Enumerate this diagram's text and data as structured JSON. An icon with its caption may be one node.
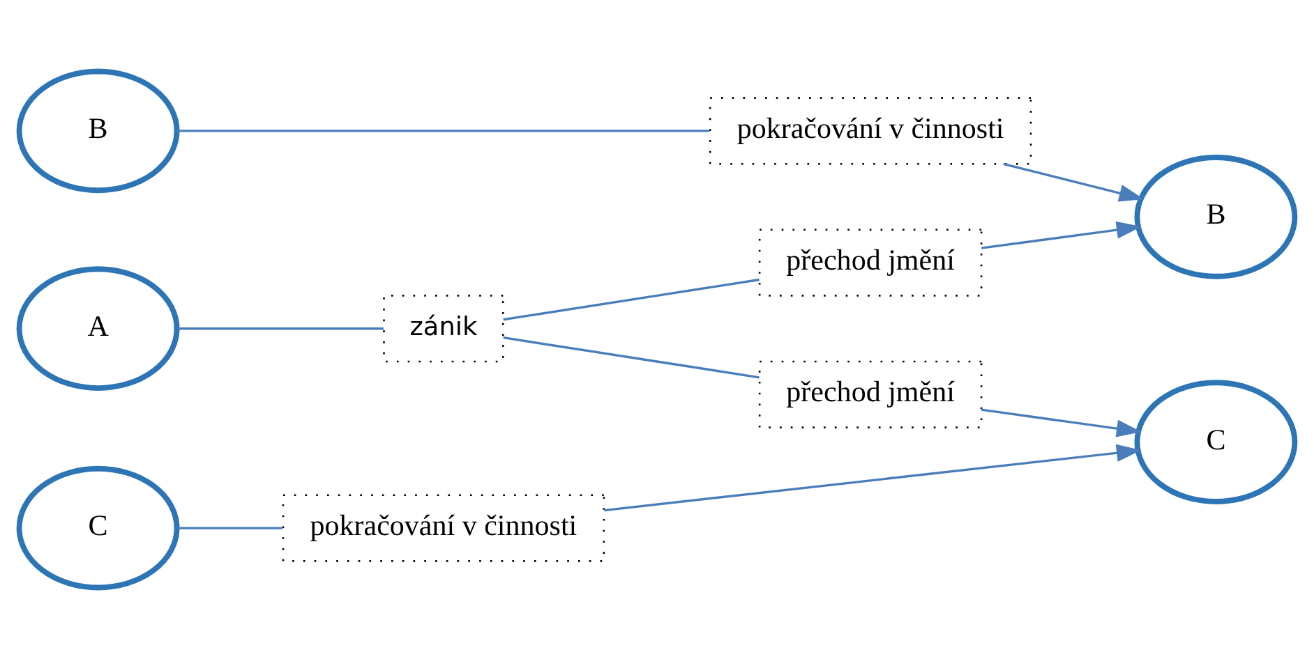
{
  "diagram": {
    "nodes": [
      {
        "text": [
          "B"
        ]
      },
      {
        "text": [
          "pokračování v činnosti"
        ]
      },
      {
        "text": [
          "B"
        ]
      },
      {
        "text": [
          "přechod jmění"
        ]
      },
      {
        "text": [
          "A"
        ]
      },
      {
        "text": [
          "zánik"
        ]
      },
      {
        "text": [
          "přechod jmění"
        ]
      },
      {
        "text": [
          "C"
        ]
      },
      {
        "text": [
          "pokračování v činnosti"
        ]
      },
      {
        "text": [
          "C"
        ]
      }
    ],
    "edges": [
      {
        "from": 0,
        "to": 1,
        "arrow": "none"
      },
      {
        "from": 1,
        "to": 2,
        "arrow": "to"
      },
      {
        "from": 4,
        "to": 5,
        "arrow": "none"
      },
      {
        "from": 5,
        "to": 3,
        "arrow": "none"
      },
      {
        "from": 3,
        "to": 2,
        "arrow": "to"
      },
      {
        "from": 5,
        "to": 6,
        "arrow": "none"
      },
      {
        "from": 6,
        "to": 9,
        "arrow": "to"
      },
      {
        "from": 7,
        "to": 8,
        "arrow": "none"
      },
      {
        "from": 8,
        "to": 9,
        "arrow": "to"
      }
    ]
  }
}
